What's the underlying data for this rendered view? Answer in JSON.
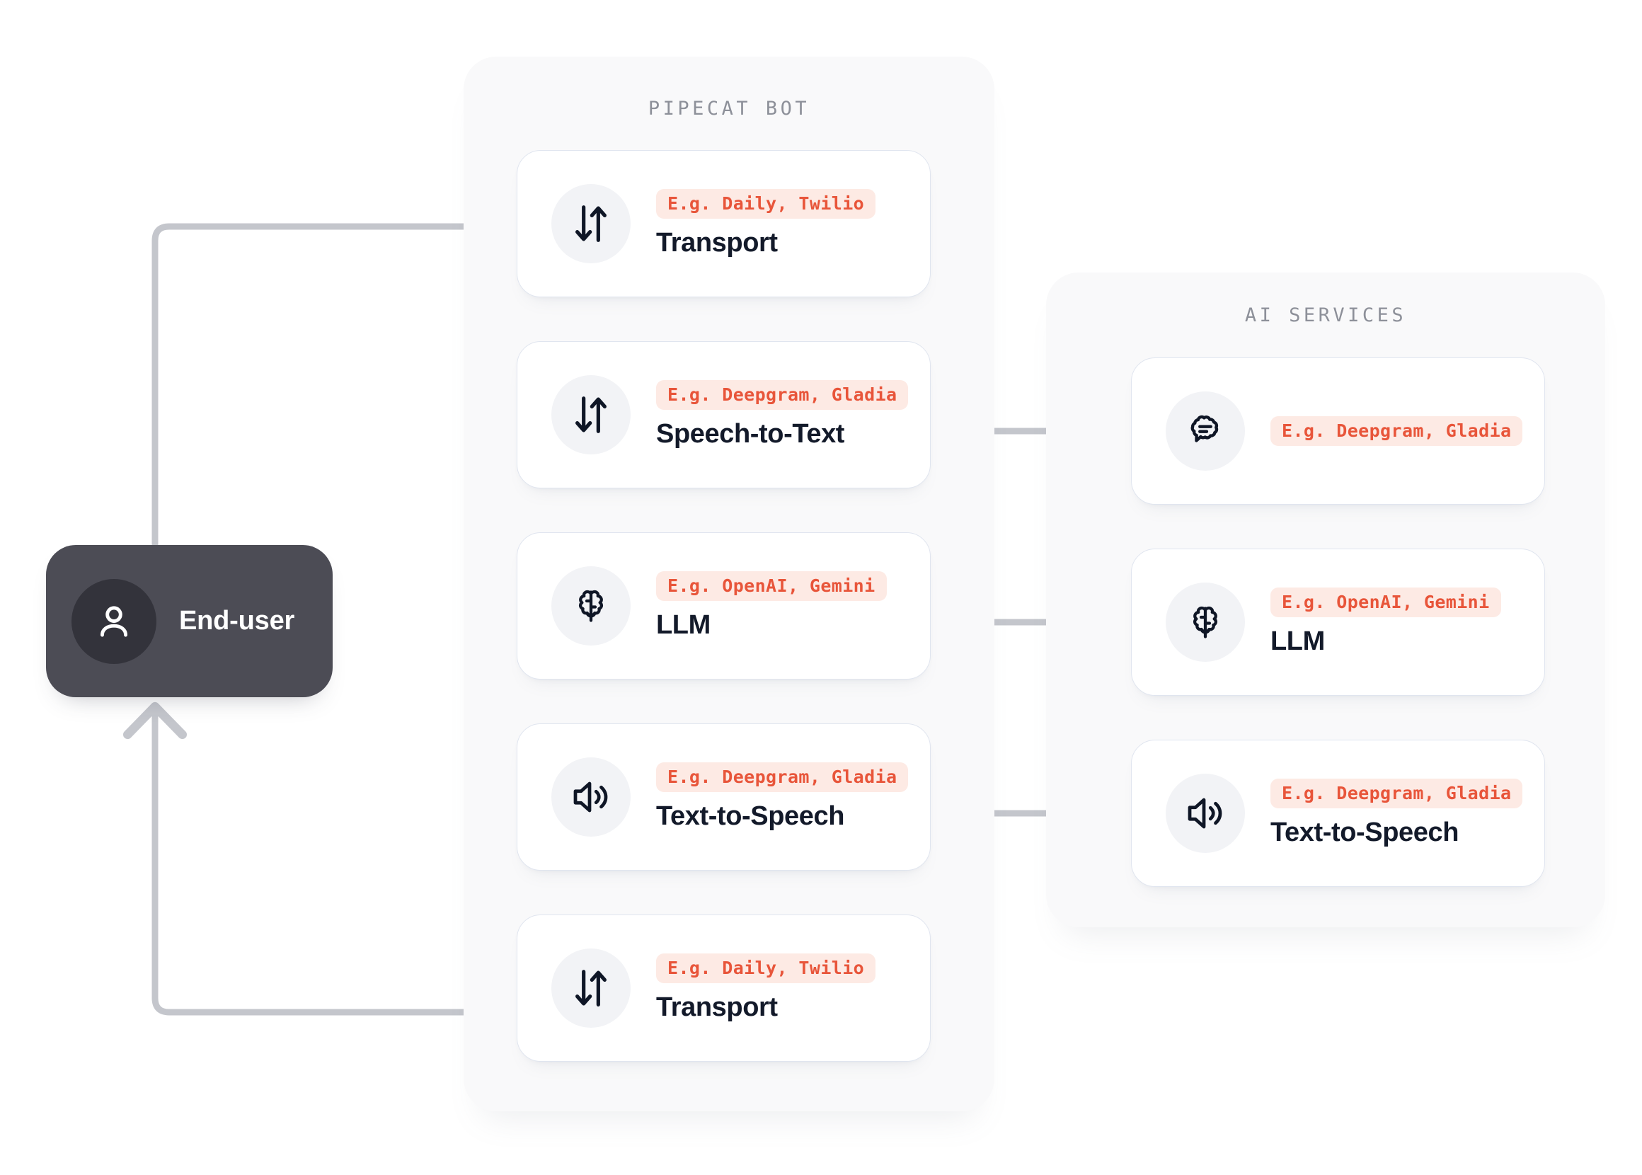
{
  "diagram": {
    "title": "Pipecat Bot pipeline with AI Services",
    "colors": {
      "badge_bg": "#fdeae4",
      "badge_text": "#e8553a",
      "panel_bg": "#f9f9fa",
      "card_bg": "#ffffff",
      "card_border": "#e0e5ef",
      "connector": "#c4c6cc",
      "end_user_bg": "#4c4c55",
      "title_text": "#131a2a",
      "panel_title_text": "#8d9099"
    }
  },
  "end_user": {
    "label": "End-user",
    "icon": "person-icon"
  },
  "bot_panel": {
    "title": "PIPECAT BOT",
    "cards": [
      {
        "icon": "transfer-arrows-icon",
        "badge": "E.g. Daily, Twilio",
        "title": "Transport"
      },
      {
        "icon": "transfer-arrows-icon",
        "badge": "E.g. Deepgram, Gladia",
        "title": "Speech-to-Text"
      },
      {
        "icon": "brain-icon",
        "badge": "E.g. OpenAI, Gemini",
        "title": "LLM"
      },
      {
        "icon": "speaker-icon",
        "badge": "E.g. Deepgram, Gladia",
        "title": "Text-to-Speech"
      },
      {
        "icon": "transfer-arrows-icon",
        "badge": "E.g. Daily, Twilio",
        "title": "Transport"
      }
    ]
  },
  "services_panel": {
    "title": "AI SERVICES",
    "cards": [
      {
        "icon": "speech-bubble-icon",
        "badge": "E.g. Deepgram, Gladia",
        "title": ""
      },
      {
        "icon": "brain-icon",
        "badge": "E.g. OpenAI, Gemini",
        "title": "LLM"
      },
      {
        "icon": "speaker-icon",
        "badge": "E.g. Deepgram, Gladia",
        "title": "Text-to-Speech"
      }
    ]
  }
}
